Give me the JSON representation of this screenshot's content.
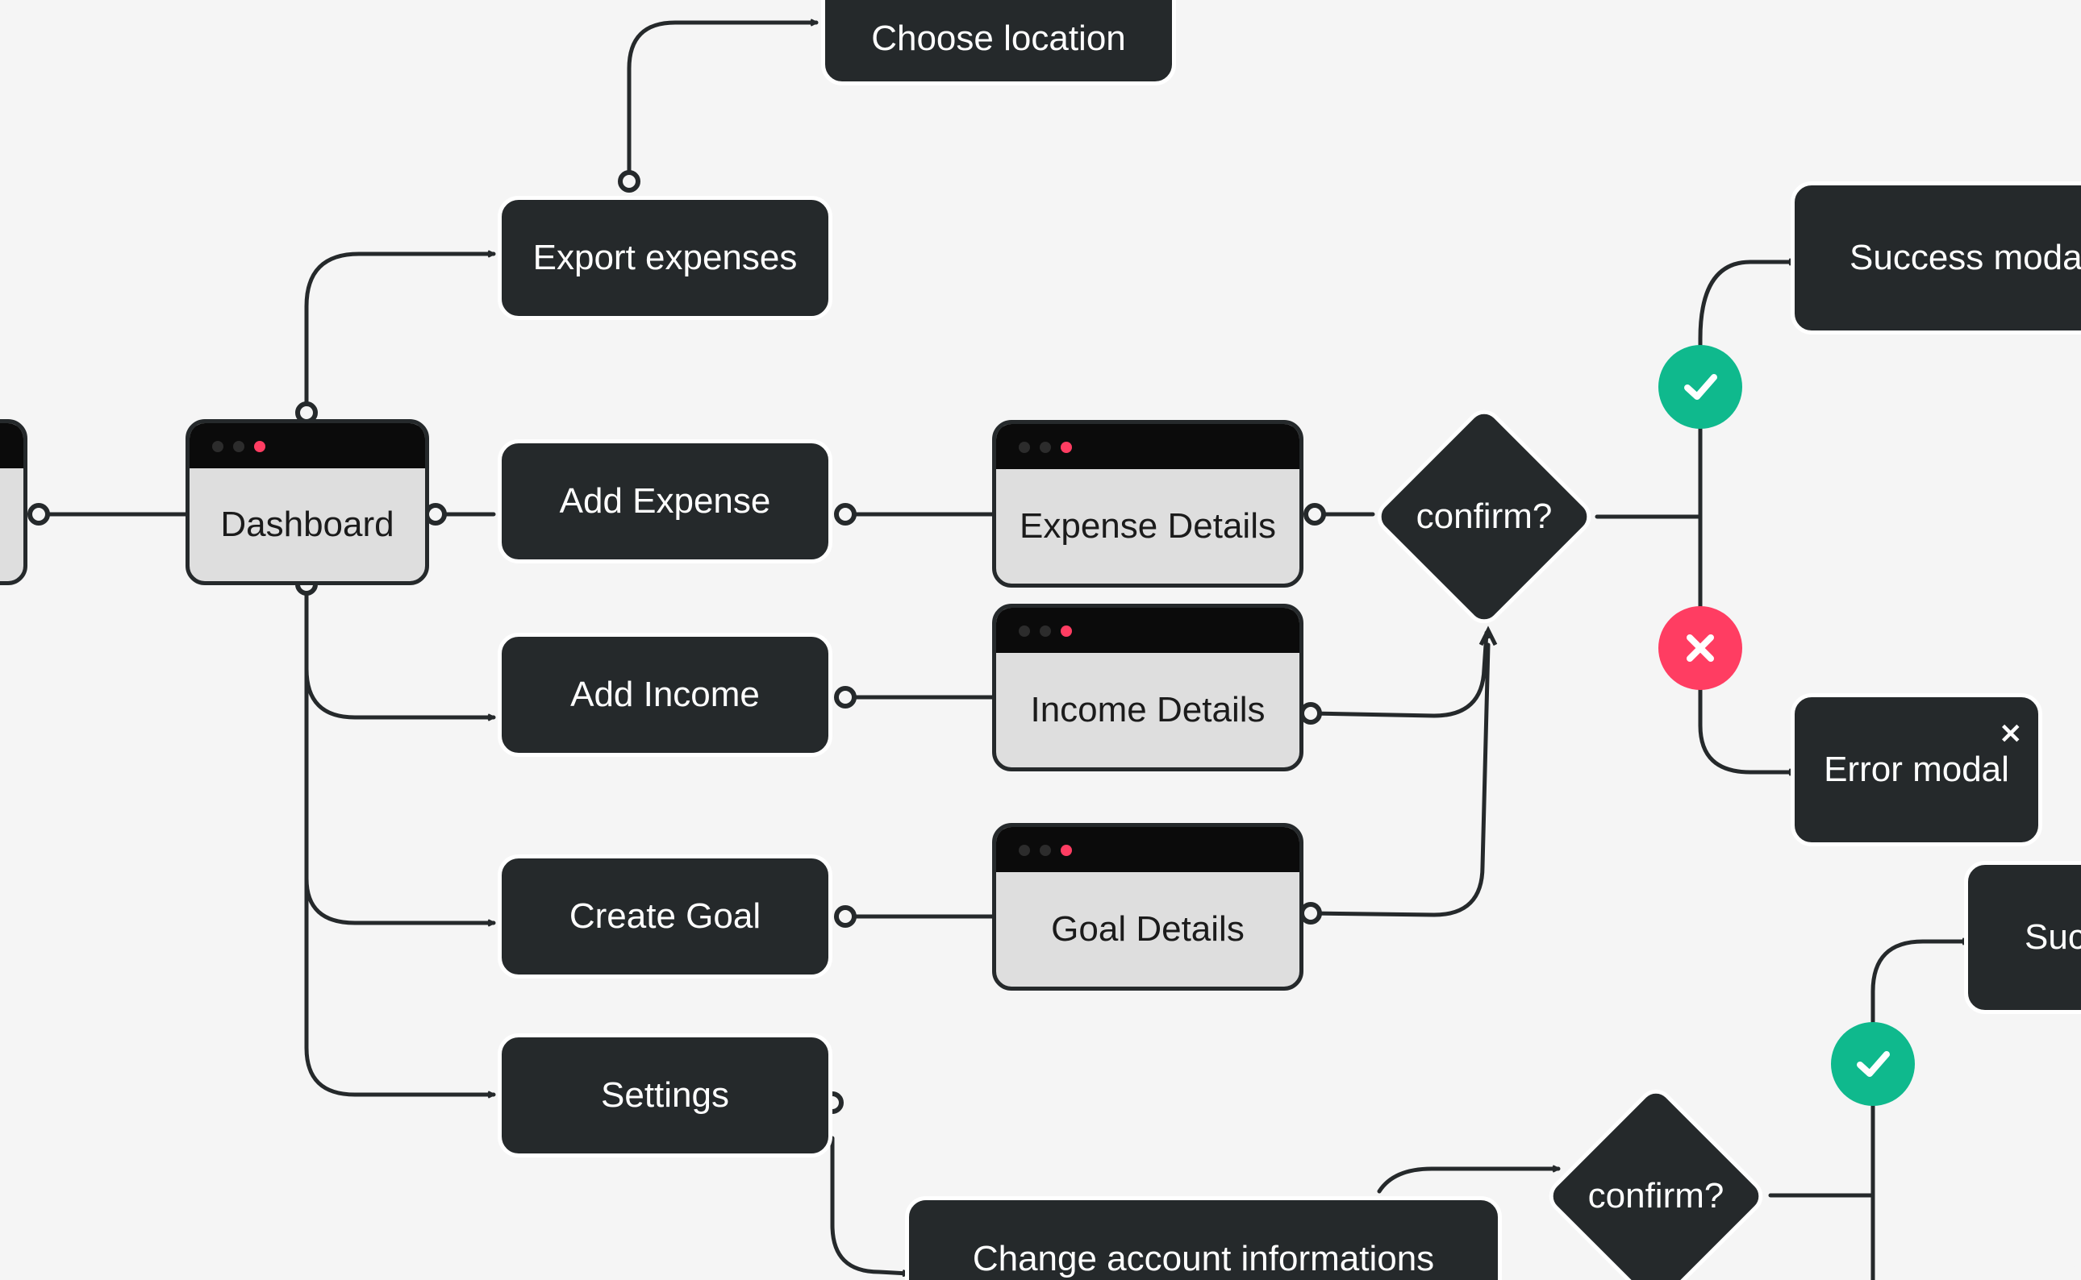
{
  "nodes": {
    "choose_location": "Choose location",
    "export_expenses": "Export expenses",
    "add_expense": "Add Expense",
    "add_income": "Add Income",
    "create_goal": "Create Goal",
    "settings": "Settings",
    "change_account": "Change account informations",
    "success_modal": "Success modal",
    "error_modal": "Error modal",
    "success_modal_2": "Suc"
  },
  "screens": {
    "dashboard": "Dashboard",
    "expense_details": "Expense Details",
    "income_details": "Income Details",
    "goal_details": "Goal Details"
  },
  "decisions": {
    "confirm_1": "confirm?",
    "confirm_2": "confirm?"
  },
  "badges": {
    "close_symbol": "✕"
  },
  "colors": {
    "background": "#f5f5f5",
    "node_dark": "#25292b",
    "screen_light": "#dedede",
    "accent_red": "#ff3d62",
    "accent_green": "#0fb98d"
  }
}
